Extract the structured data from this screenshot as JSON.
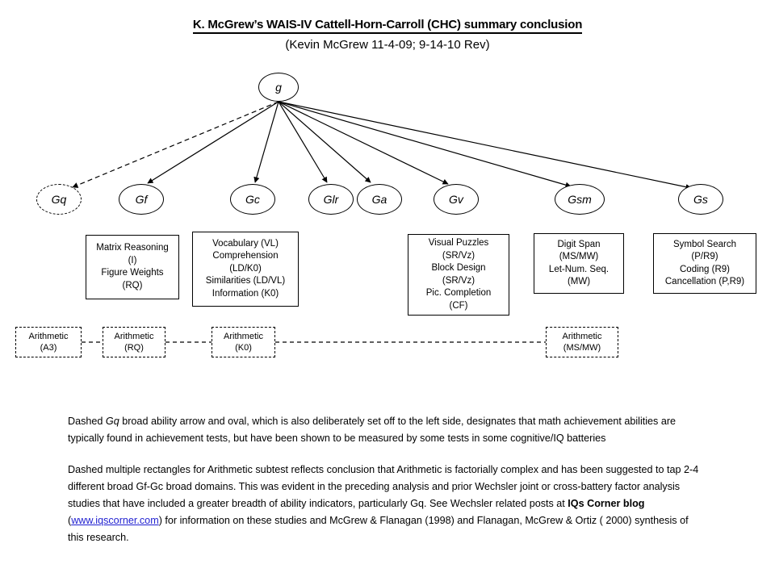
{
  "title": {
    "main": "K. McGrew’s WAIS-IV Cattell-Horn-Carroll (CHC) summary conclusion",
    "sub": "(Kevin McGrew 11-4-09; 9-14-10 Rev)"
  },
  "general_factor": {
    "label": "g"
  },
  "broad_abilities": [
    {
      "id": "gq",
      "label": "Gq",
      "dashed": true
    },
    {
      "id": "gf",
      "label": "Gf",
      "dashed": false
    },
    {
      "id": "gc",
      "label": "Gc",
      "dashed": false
    },
    {
      "id": "glr",
      "label": "Glr",
      "dashed": false
    },
    {
      "id": "ga",
      "label": "Ga",
      "dashed": false
    },
    {
      "id": "gv",
      "label": "Gv",
      "dashed": false
    },
    {
      "id": "gsm",
      "label": "Gsm",
      "dashed": false
    },
    {
      "id": "gs",
      "label": "Gs",
      "dashed": false
    }
  ],
  "subtest_boxes": [
    {
      "id": "gf-box",
      "lines": [
        "Matrix Reasoning",
        "(I)",
        "Figure Weights",
        "(RQ)"
      ]
    },
    {
      "id": "gc-box",
      "lines": [
        "Vocabulary (VL)",
        "Comprehension",
        "(LD/K0)",
        "Similarities (LD/VL)",
        "Information (K0)"
      ]
    },
    {
      "id": "gv-box",
      "lines": [
        "Visual Puzzles",
        "(SR/Vz)",
        "Block Design",
        "(SR/Vz)",
        "Pic. Completion",
        "(CF)"
      ]
    },
    {
      "id": "gsm-box",
      "lines": [
        "Digit Span",
        "(MS/MW)",
        "Let-Num. Seq.",
        "(MW)"
      ]
    },
    {
      "id": "gs-box",
      "lines": [
        "Symbol Search",
        "(P/R9)",
        "Coding  (R9)",
        "Cancellation (P,R9)"
      ]
    }
  ],
  "arithmetic_boxes": [
    {
      "id": "arith-a3",
      "name": "Arithmetic",
      "code": "(A3)"
    },
    {
      "id": "arith-rq",
      "name": "Arithmetic",
      "code": "(RQ)"
    },
    {
      "id": "arith-k0",
      "name": "Arithmetic",
      "code": "(K0)"
    },
    {
      "id": "arith-msmw",
      "name": "Arithmetic",
      "code": "(MS/MW)"
    }
  ],
  "notes": {
    "note1_a": "Dashed ",
    "note1_gq": "Gq",
    "note1_b": " broad ability arrow and oval, which is also deliberately set off to the left side, designates that  math achievement abilities are typically found in achievement tests, but have been shown to be measured by some tests in some cognitive/IQ batteries",
    "note2_a": "Dashed multiple rectangles for Arithmetic subtest reflects conclusion that Arithmetic is factorially complex and has been suggested to tap 2-4 different broad Gf-Gc broad domains.  This was evident in the preceding analysis and prior Wechsler joint or cross-battery factor analysis studies that have included a greater breadth of ability indicators, particularly Gq.  See Wechsler related posts at ",
    "note2_bold": "IQs Corner blog",
    "note2_b": " (",
    "note2_link": "www.iqscorner.com",
    "note2_c": ") for information on these studies and McGrew & Flanagan (1998) and Flanagan, McGrew & Ortiz ( 2000) synthesis of this research."
  },
  "colors": {
    "stroke": "#000000",
    "link": "#1f1fd0",
    "background": "#ffffff"
  }
}
